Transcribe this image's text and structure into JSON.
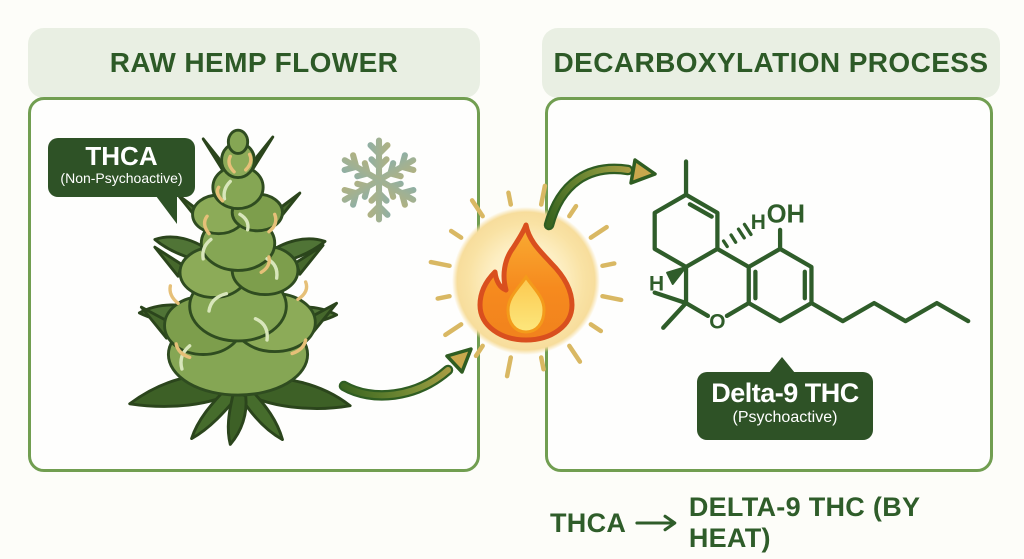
{
  "left_section": {
    "title": "RAW HEMP FLOWER",
    "thca_label": {
      "title": "THCA",
      "subtitle": "(Non-Psychoactive)"
    }
  },
  "right_section": {
    "title": "DECARBOXYLATION PROCESS",
    "delta9_label": {
      "title": "Delta-9 THC",
      "subtitle": "(Psychoactive)"
    },
    "molecule_labels": {
      "oh": "OH",
      "o": "O",
      "h_top": "H",
      "h_left": "H"
    }
  },
  "formula": {
    "left": "THCA",
    "right": "DELTA-9 THC (BY HEAT)"
  },
  "icons": {
    "snowflake": "snowflake-icon",
    "flame": "flame-icon",
    "arrow_flower_to_flame": "curved-arrow-icon",
    "arrow_flame_to_molecule": "curved-arrow-icon",
    "formula_arrow": "right-arrow-icon"
  },
  "colors": {
    "dark_green": "#2d5a27",
    "bubble_green": "#2e5226",
    "panel_border": "#719e51",
    "band_bg": "#e9efe3",
    "molecule_green": "#2f5d2a",
    "arrow_gold": "#c9a84d",
    "flame_red": "#d94f1e",
    "flame_orange": "#f6921e",
    "glow_yellow": "#fdeec2",
    "snow_blue": "#58a7d8",
    "snow_sage": "#9fb195",
    "snow_gold": "#d8b254"
  }
}
